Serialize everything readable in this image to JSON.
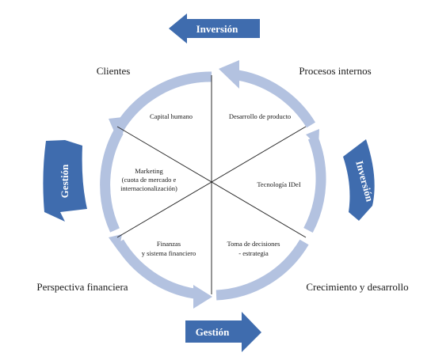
{
  "colors": {
    "ring": "#b3c2e0",
    "arrow_fill": "#3f6cae",
    "arrow_text": "#ffffff",
    "spoke": "#2b2b2b",
    "text": "#1a1a1a"
  },
  "perspectives": {
    "clientes": "Clientes",
    "procesos_internos": "Procesos internos",
    "perspectiva_financiera": "Perspectiva financiera",
    "crecimiento": "Crecimiento y desarrollo"
  },
  "sectors": {
    "capital_humano": "Capital humano",
    "desarrollo_producto": "Desarrollo de producto",
    "marketing_line1": "Marketing",
    "marketing_line2": "(cuota de mercado e",
    "marketing_line3": "internacionalización)",
    "tecnologia": "Tecnología IDeI",
    "finanzas_line1": "Finanzas",
    "finanzas_line2": "y sistema financiero",
    "toma_line1": "Toma de decisiones",
    "toma_line2": "- estrategia"
  },
  "arrows": {
    "top": "Inversión",
    "right": "Inversión",
    "left": "Gestión",
    "bottom": "Gestión"
  }
}
